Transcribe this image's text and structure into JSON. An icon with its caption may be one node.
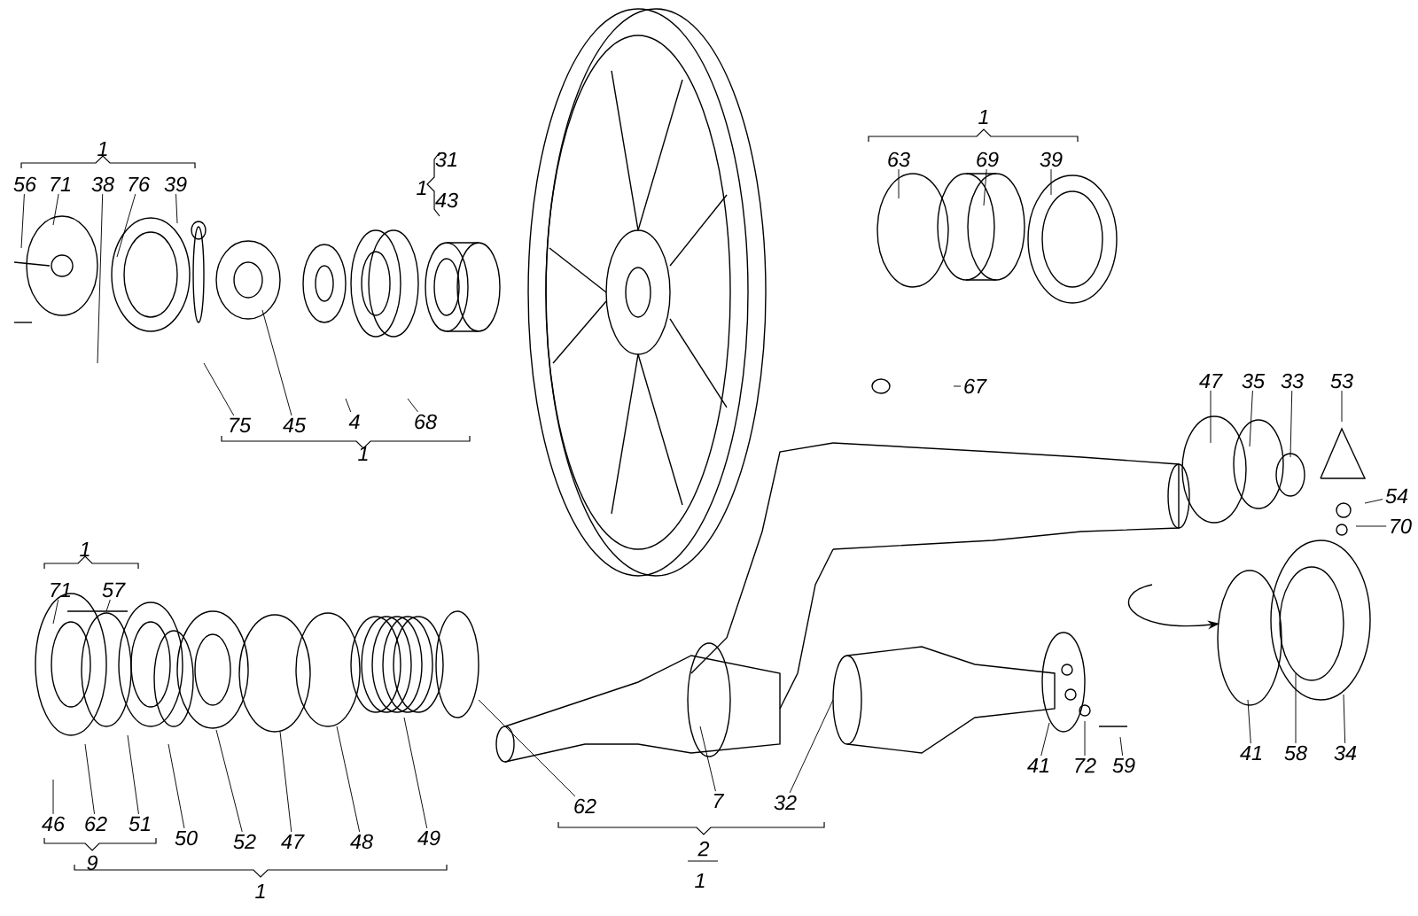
{
  "diagram": {
    "nodes": [
      {
        "text": [
          "56"
        ]
      },
      {
        "text": [
          "71"
        ]
      },
      {
        "text": [
          "38"
        ]
      },
      {
        "text": [
          "76"
        ]
      },
      {
        "text": [
          "39"
        ]
      },
      {
        "text": [
          "75"
        ]
      },
      {
        "text": [
          "45"
        ]
      },
      {
        "text": [
          "4"
        ]
      },
      {
        "text": [
          "68"
        ]
      },
      {
        "text": [
          "63"
        ]
      },
      {
        "text": [
          "69"
        ]
      },
      {
        "text": [
          "39"
        ]
      },
      {
        "text": [
          "67"
        ]
      },
      {
        "text": [
          "47"
        ]
      },
      {
        "text": [
          "35"
        ]
      },
      {
        "text": [
          "33"
        ]
      },
      {
        "text": [
          "53"
        ]
      },
      {
        "text": [
          "54"
        ]
      },
      {
        "text": [
          "70"
        ]
      },
      {
        "text": [
          "71"
        ]
      },
      {
        "text": [
          "57"
        ]
      },
      {
        "text": [
          "46"
        ]
      },
      {
        "text": [
          "62"
        ]
      },
      {
        "text": [
          "51"
        ]
      },
      {
        "text": [
          "50"
        ]
      },
      {
        "text": [
          "52"
        ]
      },
      {
        "text": [
          "47"
        ]
      },
      {
        "text": [
          "48"
        ]
      },
      {
        "text": [
          "49"
        ]
      },
      {
        "text": [
          "62"
        ]
      },
      {
        "text": [
          "7"
        ]
      },
      {
        "text": [
          "32"
        ]
      },
      {
        "text": [
          "41"
        ]
      },
      {
        "text": [
          "72"
        ]
      },
      {
        "text": [
          "59"
        ]
      },
      {
        "text": [
          "41"
        ]
      },
      {
        "text": [
          "58"
        ]
      },
      {
        "text": [
          "34"
        ]
      }
    ],
    "edges": [
      {
        "from": 0,
        "to": null,
        "arrow": "none"
      },
      {
        "from": 1,
        "to": null,
        "arrow": "none"
      },
      {
        "from": 2,
        "to": null,
        "arrow": "none"
      },
      {
        "from": 3,
        "to": null,
        "arrow": "none"
      },
      {
        "from": 4,
        "to": null,
        "arrow": "none"
      },
      {
        "from": 5,
        "to": null,
        "arrow": "none"
      },
      {
        "from": 6,
        "to": null,
        "arrow": "none"
      },
      {
        "from": 7,
        "to": null,
        "arrow": "none"
      },
      {
        "from": 8,
        "to": null,
        "arrow": "none"
      },
      {
        "from": 9,
        "to": null,
        "arrow": "none"
      },
      {
        "from": 10,
        "to": null,
        "arrow": "none"
      },
      {
        "from": 11,
        "to": null,
        "arrow": "none"
      },
      {
        "from": 12,
        "to": null,
        "arrow": "none"
      },
      {
        "from": 13,
        "to": null,
        "arrow": "none"
      },
      {
        "from": 14,
        "to": null,
        "arrow": "none"
      },
      {
        "from": 15,
        "to": null,
        "arrow": "none"
      },
      {
        "from": 16,
        "to": null,
        "arrow": "none"
      },
      {
        "from": 17,
        "to": null,
        "arrow": "none"
      },
      {
        "from": 18,
        "to": null,
        "arrow": "none"
      },
      {
        "from": 19,
        "to": null,
        "arrow": "none"
      },
      {
        "from": 20,
        "to": null,
        "arrow": "none"
      },
      {
        "from": 21,
        "to": null,
        "arrow": "none"
      },
      {
        "from": 22,
        "to": null,
        "arrow": "none"
      },
      {
        "from": 23,
        "to": null,
        "arrow": "none"
      },
      {
        "from": 24,
        "to": null,
        "arrow": "none"
      },
      {
        "from": 25,
        "to": null,
        "arrow": "none"
      },
      {
        "from": 26,
        "to": null,
        "arrow": "none"
      },
      {
        "from": 27,
        "to": null,
        "arrow": "none"
      },
      {
        "from": 28,
        "to": null,
        "arrow": "none"
      },
      {
        "from": 29,
        "to": null,
        "arrow": "none"
      },
      {
        "from": 30,
        "to": null,
        "arrow": "none"
      },
      {
        "from": 31,
        "to": null,
        "arrow": "none"
      },
      {
        "from": 32,
        "to": null,
        "arrow": "none"
      },
      {
        "from": 33,
        "to": null,
        "arrow": "none"
      },
      {
        "from": 34,
        "to": null,
        "arrow": "none"
      },
      {
        "from": 35,
        "to": null,
        "arrow": "none"
      },
      {
        "from": 36,
        "to": null,
        "arrow": "none"
      },
      {
        "from": 37,
        "to": null,
        "arrow": "none"
      }
    ],
    "labels": [
      "1",
      "1",
      "31",
      "43",
      "1",
      "1",
      "1",
      "9",
      "1",
      "2",
      "1"
    ]
  }
}
